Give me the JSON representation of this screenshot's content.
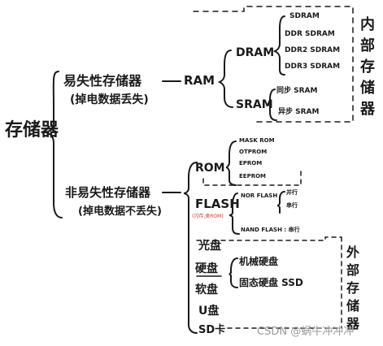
{
  "root": "存储器",
  "volatile": {
    "label": "易失性存储器",
    "note": "(掉电数据丢失)",
    "ram": {
      "label": "RAM",
      "dram": {
        "label": "DRAM",
        "types": [
          "SDRAM",
          "DDR SDRAM",
          "DDR2 SDRAM",
          "DDR3 SDRAM"
        ]
      },
      "sram": {
        "label": "SRAM",
        "types": [
          "同步 SRAM",
          "异步 SRAM"
        ]
      }
    }
  },
  "internal_memory": "内部存储器",
  "nonvolatile": {
    "label": "非易失性存储器",
    "note": "(掉电数据不丢失)",
    "rom": {
      "label": "ROM",
      "types": [
        "MASK ROM",
        "OTPROM",
        "EPROM",
        "EEPROM"
      ]
    },
    "flash": {
      "label": "FLASH",
      "note": "(闪存,类ROM)",
      "nor": {
        "label": "NOR FLASH",
        "notes": [
          "并行",
          "串行"
        ]
      },
      "nand": "NAND FLASH : 串行"
    },
    "external": [
      "光盘",
      "硬盘",
      "软盘",
      "U盘",
      "SD卡"
    ],
    "hard_disk_types": [
      "机械硬盘",
      "固态硬盘  SSD"
    ]
  },
  "external_memory": "外部存储器",
  "watermark": "CSDN @蜗牛冲冲冲"
}
